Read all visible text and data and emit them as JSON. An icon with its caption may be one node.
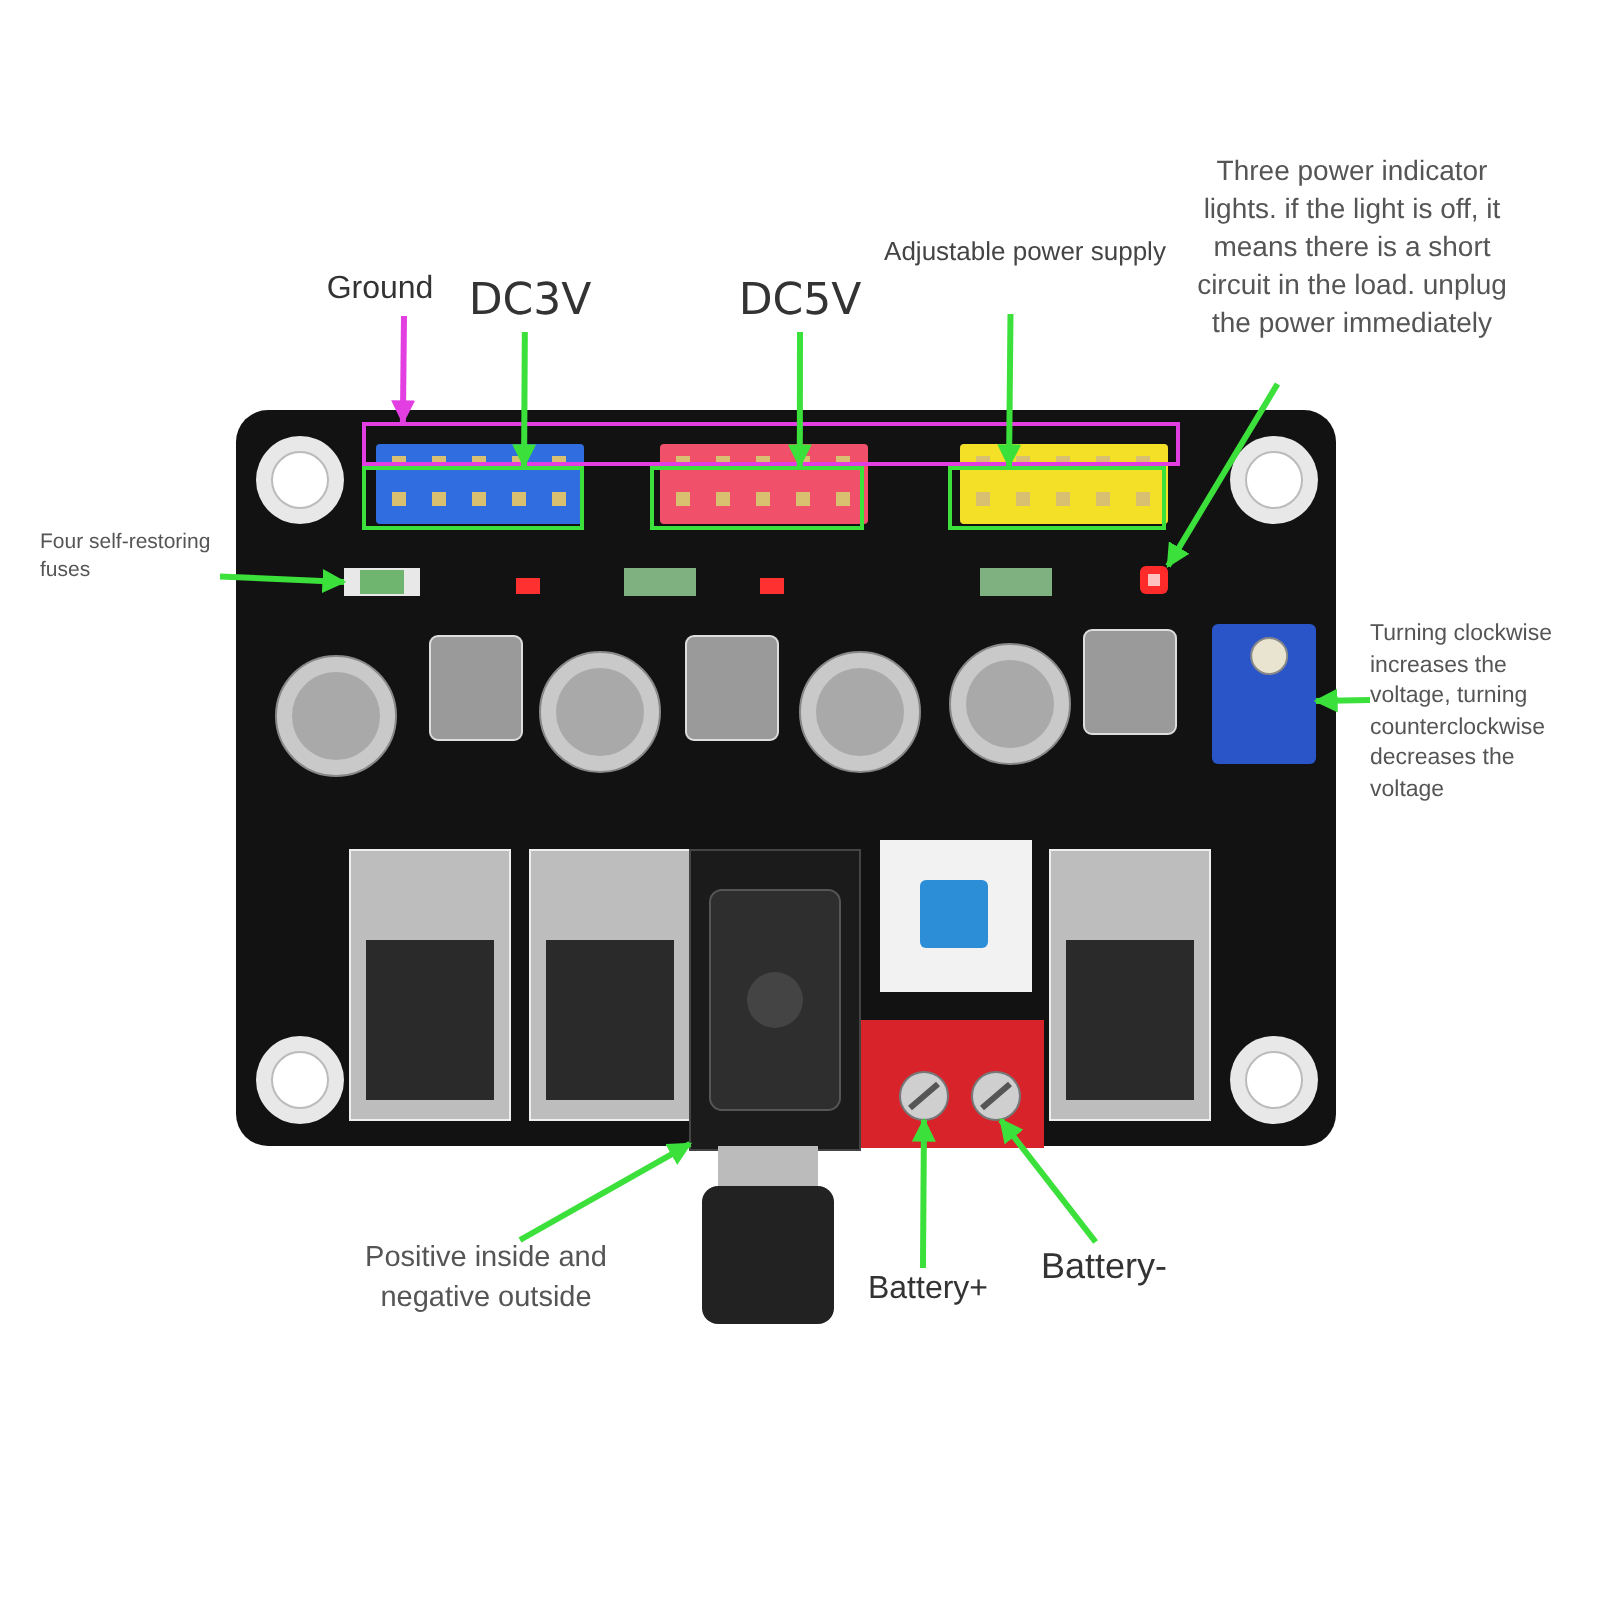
{
  "diagram": {
    "nodes": [
      {
        "text": [
          "Ground"
        ]
      },
      {
        "text": [
          "DC3V"
        ]
      },
      {
        "text": [
          "DC5V"
        ]
      },
      {
        "text": [
          "Adjustable power supply"
        ]
      },
      {
        "text": [
          "Three power indicator lights. if the light is off, it means there is a short circuit in the load. unplug the power immediately"
        ]
      },
      {
        "text": [
          "Four self-restoring fuses"
        ]
      },
      {
        "text": [
          "Turning clockwise increases the voltage, turning counterclockwise decreases the voltage"
        ]
      },
      {
        "text": [
          "Positive inside and negative outside"
        ]
      },
      {
        "text": [
          "Battery+"
        ]
      },
      {
        "text": [
          "Battery-"
        ]
      },
      {
        "text": [],
        "shape": "box"
      },
      {
        "text": [],
        "shape": "box"
      },
      {
        "text": [],
        "shape": "box"
      },
      {
        "text": [],
        "shape": "box"
      },
      {
        "text": [],
        "shape": "picture"
      },
      {
        "text": [],
        "shape": "picture"
      },
      {
        "text": [],
        "shape": "picture"
      },
      {
        "text": [],
        "shape": "picture"
      },
      {
        "text": [],
        "shape": "picture"
      },
      {
        "text": [],
        "shape": "picture"
      }
    ],
    "edges": [
      {
        "from": 0,
        "to": 10,
        "arrow": "to",
        "color": "#e23ee2"
      },
      {
        "from": 1,
        "to": 11,
        "arrow": "to"
      },
      {
        "from": 2,
        "to": 12,
        "arrow": "to"
      },
      {
        "from": 3,
        "to": 13,
        "arrow": "to"
      },
      {
        "from": 4,
        "to": 14,
        "arrow": "to"
      },
      {
        "from": 5,
        "to": 15,
        "arrow": "to"
      },
      {
        "from": 6,
        "to": 16,
        "arrow": "to"
      },
      {
        "from": 7,
        "to": 17,
        "arrow": "to"
      },
      {
        "from": 8,
        "to": 18,
        "arrow": "to"
      },
      {
        "from": 9,
        "to": 19,
        "arrow": "to"
      }
    ]
  }
}
